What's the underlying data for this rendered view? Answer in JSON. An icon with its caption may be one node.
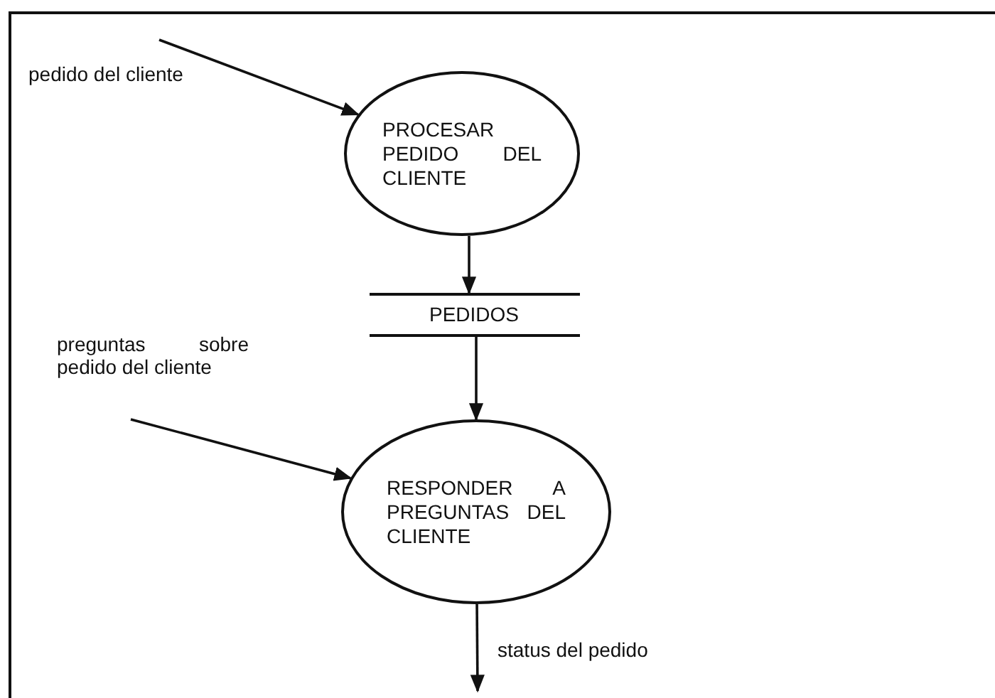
{
  "diagram": {
    "nodes": [
      {
        "text": [
          "PROCESAR PEDIDO DEL CLIENTE"
        ]
      },
      {
        "text": [
          "PEDIDOS"
        ]
      },
      {
        "text": [
          "RESPONDER A PREGUNTAS DEL CLIENTE"
        ]
      }
    ],
    "edges": [
      {
        "from": null,
        "to": 0,
        "arrow": "to",
        "label": "pedido del cliente"
      },
      {
        "from": 0,
        "to": 1,
        "arrow": "to"
      },
      {
        "from": null,
        "to": 2,
        "arrow": "to",
        "label": "preguntas sobre pedido del cliente"
      },
      {
        "from": 1,
        "to": 2,
        "arrow": "to"
      },
      {
        "from": 2,
        "to": null,
        "arrow": "to",
        "label": "status del pedido"
      }
    ]
  }
}
